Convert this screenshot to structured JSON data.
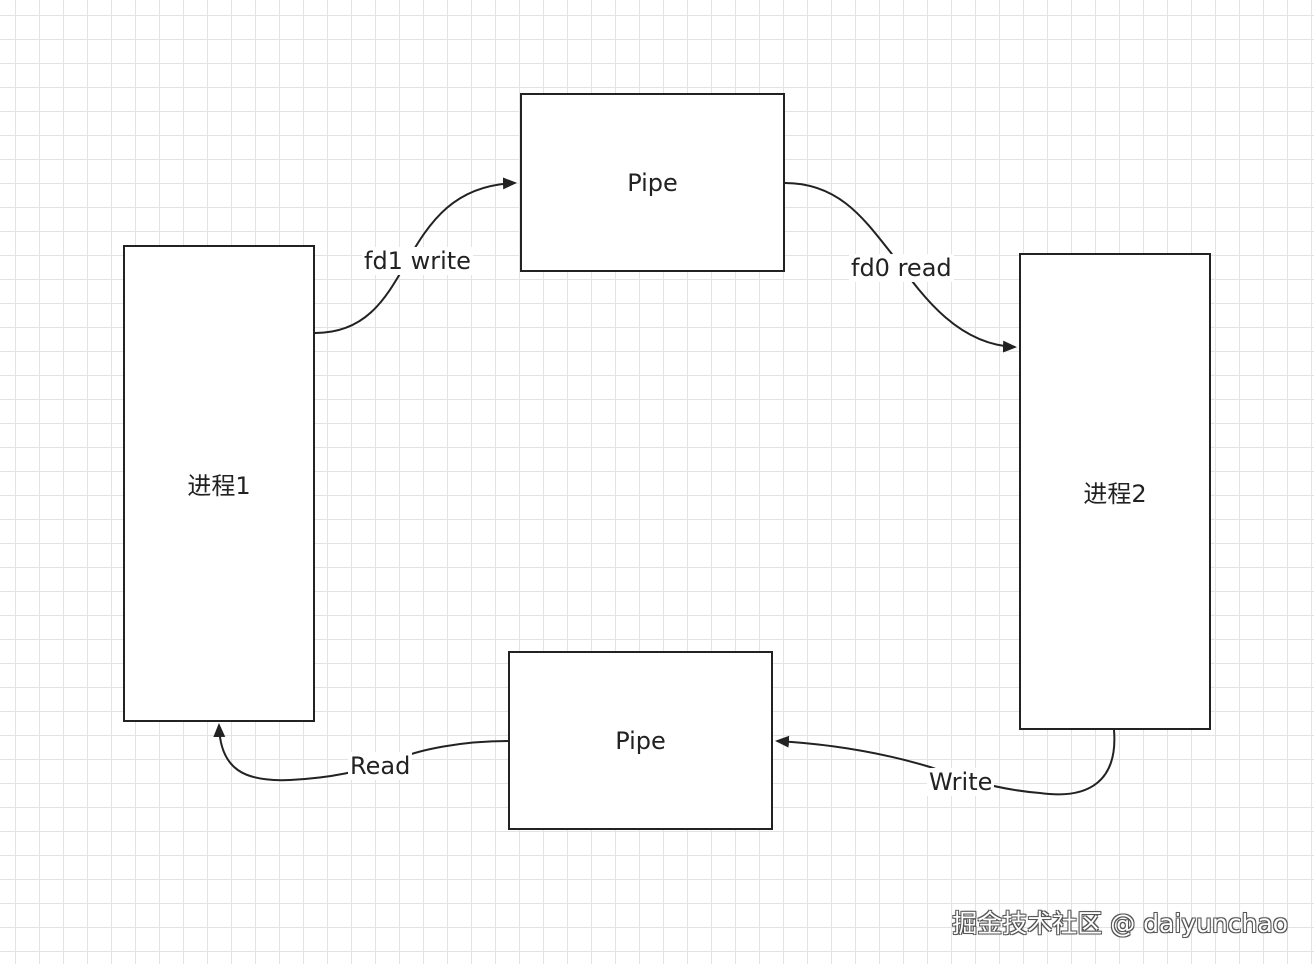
{
  "nodes": {
    "process1": "进程1",
    "pipe_top": "Pipe",
    "process2": "进程2",
    "pipe_bottom": "Pipe"
  },
  "edges": {
    "p1_to_pipe_top": "fd1 write",
    "pipe_top_to_p2": "fd0 read",
    "p2_to_pipe_bottom": "Write",
    "pipe_bottom_to_p1": "Read"
  },
  "watermark": "掘金技术社区 @ daiyunchao",
  "colors": {
    "stroke": "#222222",
    "grid": "#e3e3e3",
    "background": "#ffffff"
  }
}
